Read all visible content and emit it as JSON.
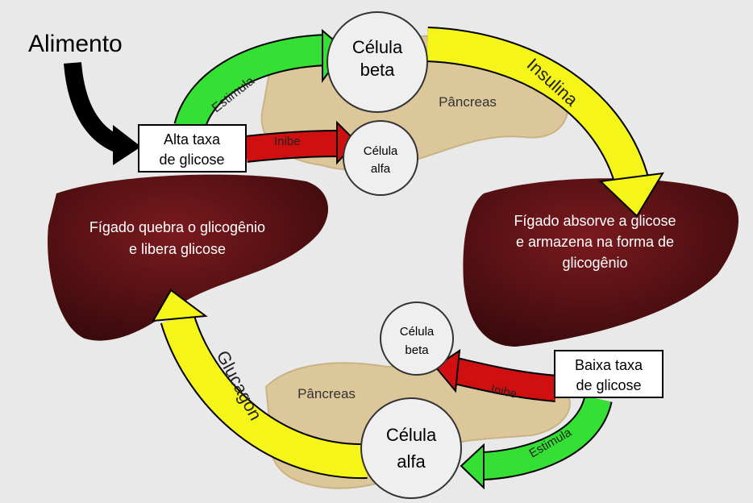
{
  "food_label": "Alimento",
  "high_glucose_box": {
    "line1": "Alta taxa",
    "line2": "de glicose"
  },
  "low_glucose_box": {
    "line1": "Baixa taxa",
    "line2": "de glicose"
  },
  "top_pancreas": {
    "label": "Pâncreas",
    "beta_cell": {
      "line1": "Célula",
      "line2": "beta"
    },
    "alpha_cell": {
      "line1": "Célula",
      "line2": "alfa"
    }
  },
  "bottom_pancreas": {
    "label": "Pâncreas",
    "beta_cell": {
      "line1": "Célula",
      "line2": "beta"
    },
    "alpha_cell": {
      "line1": "Célula",
      "line2": "alfa"
    }
  },
  "arrows": {
    "top_stimulate": "Estimula",
    "top_inhibit": "Inibe",
    "insulin": "Insulina",
    "bottom_inhibit": "Inibe",
    "bottom_stimulate": "Estimula",
    "glucagon": "Glucagon"
  },
  "left_liver": {
    "line1": "Fígado quebra o glicogênio",
    "line2": "e libera glicose"
  },
  "right_liver": {
    "line1": "Fígado absorve a glicose",
    "line2": "e armazena na forma de",
    "line3": "glicogênio"
  },
  "colors": {
    "green": "#22dd22",
    "red": "#cc1111",
    "yellow": "#f5f51a",
    "liver": "#5a1216",
    "pancreas": "#dcc79a"
  }
}
